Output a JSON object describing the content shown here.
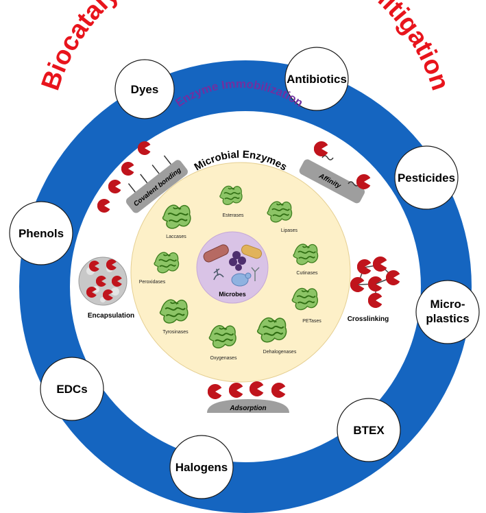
{
  "title": "Biocatalysts for Multipollutant Mitigation",
  "ring_label": "Enzyme Immobilization",
  "core_label": "Microbial Enzymes",
  "center_label": "Microbes",
  "pollutants": [
    {
      "label": "Dyes"
    },
    {
      "label": "Antibiotics"
    },
    {
      "label": "Pesticides"
    },
    {
      "label_line1": "Micro-",
      "label_line2": "plastics"
    },
    {
      "label": "BTEX"
    },
    {
      "label": "Halogens"
    },
    {
      "label": "EDCs"
    },
    {
      "label": "Phenols"
    }
  ],
  "mechanisms": {
    "covalent": "Covalent bonding",
    "affinity": "Affinity",
    "encapsulation": "Encapsulation",
    "crosslinking": "Crosslinking",
    "adsorption": "Adsorption"
  },
  "enzymes": [
    "Esterases",
    "Lipases",
    "Laccases",
    "Cutinases",
    "Peroxidases",
    "PETases",
    "Tyrosinases",
    "Dehalogenases",
    "Oxygenases"
  ],
  "colors": {
    "title": "#e8141c",
    "outer_ring": "#1565c0",
    "immobilization_text": "#7030a0",
    "enzyme_core": "#fdf0c8",
    "microbe_circle": "#d9c3e6",
    "enzyme_pacman": "#c0141c",
    "support": "#9e9e9e",
    "protein": "#4c9a2a"
  }
}
